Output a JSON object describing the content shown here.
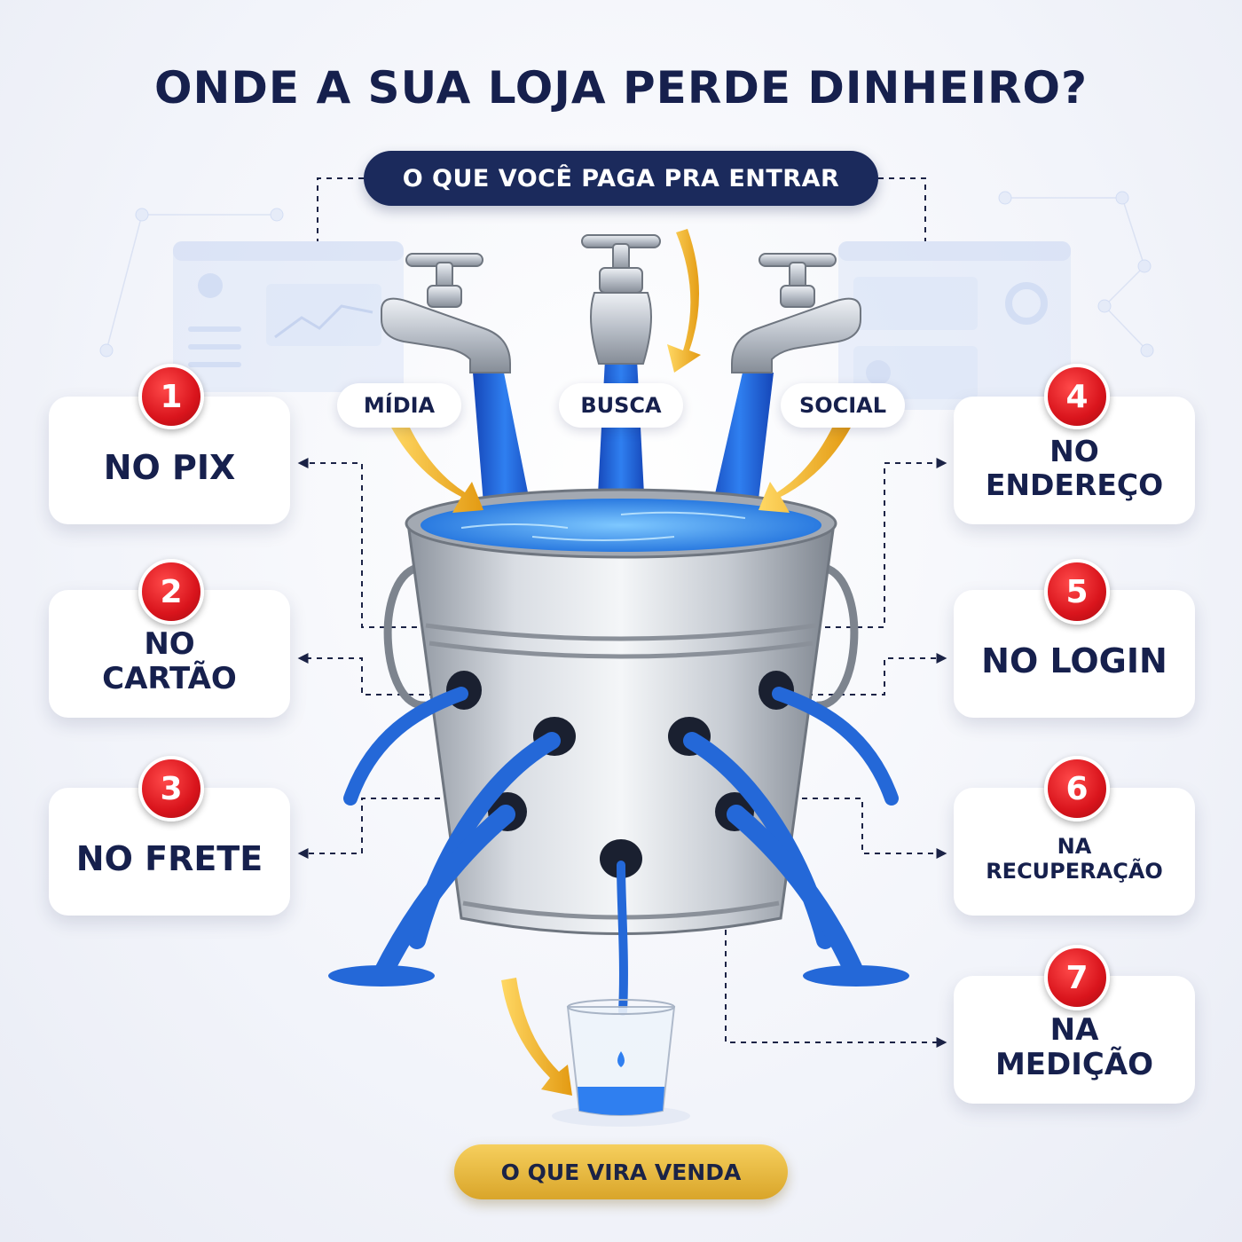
{
  "title": "ONDE A SUA LOJA PERDE DINHEIRO?",
  "input_label": "O QUE VOCÊ PAGA PRA ENTRAR",
  "output_label": "O QUE VIRA VENDA",
  "taps": [
    {
      "label": "MÍDIA"
    },
    {
      "label": "BUSCA"
    },
    {
      "label": "SOCIAL"
    }
  ],
  "leaks": [
    {
      "number": "1",
      "label": "NO PIX"
    },
    {
      "number": "2",
      "label": "NO CARTÃO"
    },
    {
      "number": "3",
      "label": "NO FRETE"
    },
    {
      "number": "4",
      "label": "NO ENDEREÇO"
    },
    {
      "number": "5",
      "label": "NO LOGIN"
    },
    {
      "number": "6",
      "label": "NA RECUPERAÇÃO"
    },
    {
      "number": "7",
      "label": "NA MEDIÇÃO"
    }
  ],
  "colors": {
    "navy": "#16204d",
    "water": "#1f5fd6",
    "badge_red": "#d9141c",
    "gold": "#e2b23a"
  },
  "icons": [
    "faucet-icon",
    "bucket-icon",
    "glass-icon",
    "arrow-icon",
    "dashboard-icon"
  ]
}
